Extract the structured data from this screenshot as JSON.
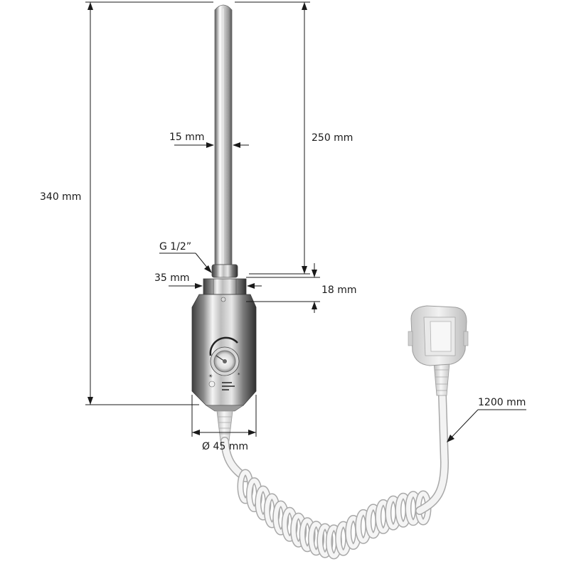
{
  "dimensions": {
    "total_height": "340 mm",
    "element_length": "250 mm",
    "element_diameter": "15 mm",
    "thread": "G 1/2”",
    "hex_width": "35 mm",
    "hex_height": "18 mm",
    "body_diameter": "Ø 45 mm",
    "cable_length": "1200 mm"
  },
  "colors": {
    "dimension_lines": "#1a1a1a",
    "chrome_dark": "#4a4a4a",
    "chrome_light": "#f2f2f2",
    "cable": "#e6e6e6",
    "plug": "#dcdcdc"
  }
}
